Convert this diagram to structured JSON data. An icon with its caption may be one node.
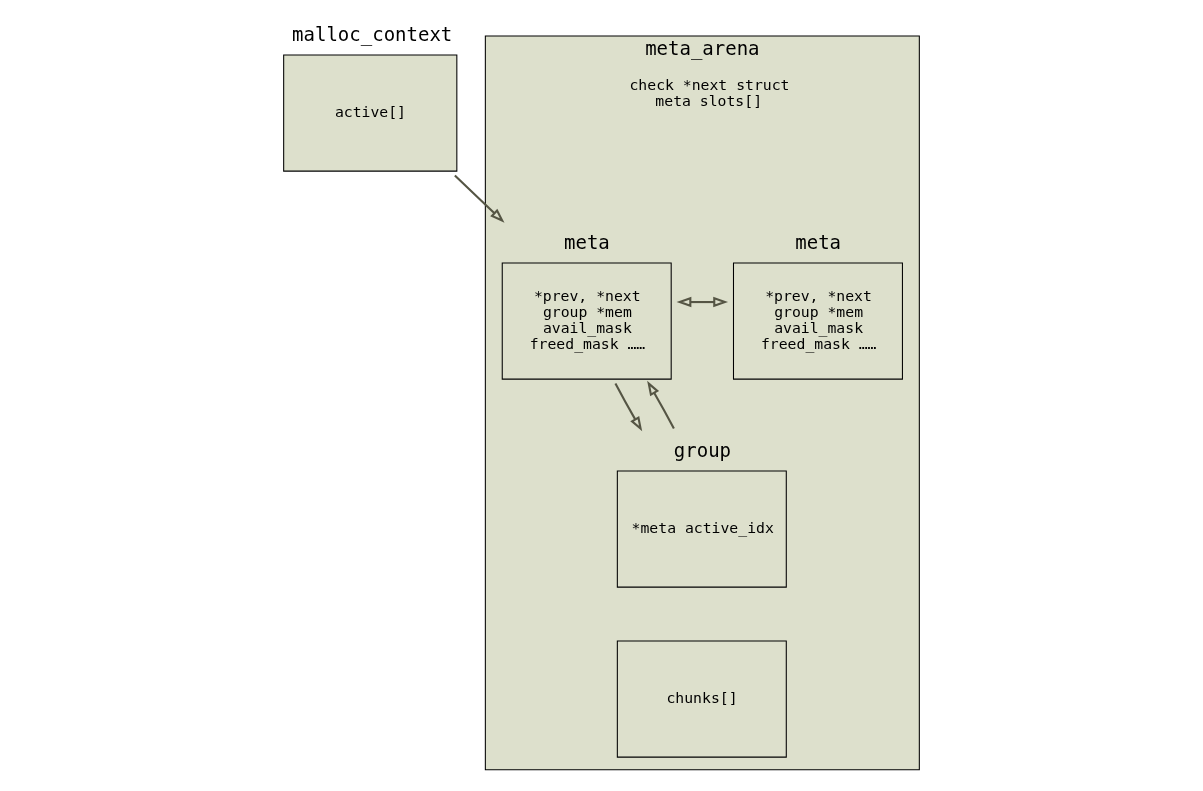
{
  "diagram": {
    "nodes": [
      {
        "text": [
          "malloc_context",
          "active[]"
        ]
      },
      {
        "text": [
          "meta_arena",
          "check *next struct meta slots[]"
        ]
      },
      {
        "text": [
          "meta",
          "*prev, *next group *mem avail_mask freed_mask ……"
        ],
        "in": 1
      },
      {
        "text": [
          "meta",
          "*prev, *next group *mem avail_mask freed_mask ……"
        ],
        "in": 1
      },
      {
        "text": [
          "group",
          "*meta active_idx"
        ],
        "in": 1
      },
      {
        "text": [
          "chunks[]"
        ],
        "in": 1
      }
    ],
    "edges": [
      {
        "from": 0,
        "to": 2,
        "arrow": "to"
      },
      {
        "from": 2,
        "to": 3,
        "arrow": "both"
      },
      {
        "from": 2,
        "to": 4,
        "arrow": "to"
      },
      {
        "from": 4,
        "to": 2,
        "arrow": "to"
      }
    ]
  }
}
